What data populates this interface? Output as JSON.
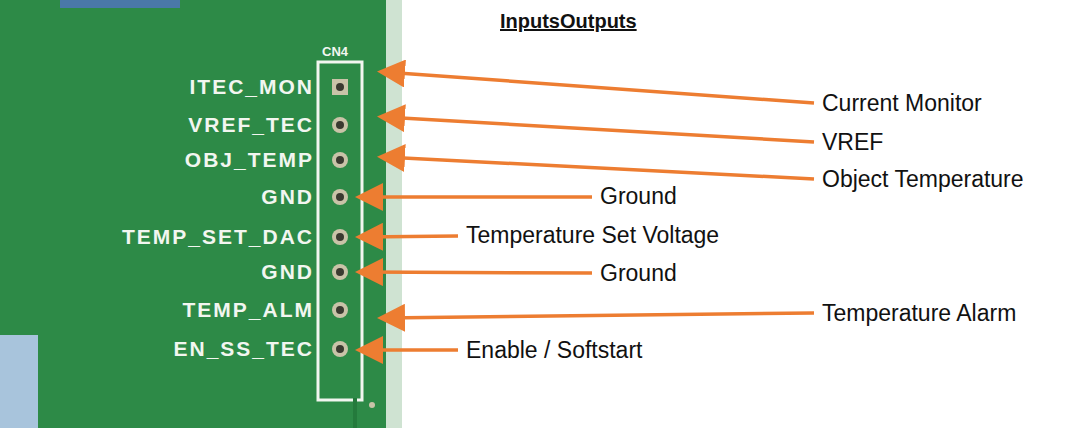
{
  "diagram": {
    "title": "InputsOutputs",
    "labels": [
      "CN4",
      "ITEC_MON",
      "VREF_TEC",
      "OBJ_TEMP",
      "GND",
      "TEMP_SET_DAC",
      "GND",
      "TEMP_ALM",
      "EN_SS_TEC",
      "Current Monitor",
      "VREF",
      "Object Temperature",
      "Ground",
      "Temperature Set Voltage",
      "Ground",
      "Temperature Alarm",
      "Enable / Softstart"
    ]
  }
}
